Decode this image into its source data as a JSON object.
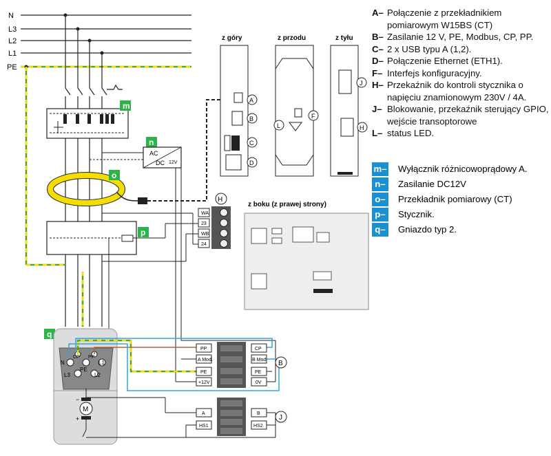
{
  "lines": {
    "n": "N",
    "l3": "L3",
    "l2": "L2",
    "l1": "L1",
    "pe": "PE"
  },
  "views": {
    "top": "z góry",
    "front": "z przodu",
    "back": "z tyłu",
    "side": "z boku (z prawej strony)"
  },
  "callouts": {
    "a": "A",
    "b": "B",
    "c": "C",
    "d": "D",
    "f": "F",
    "h": "H",
    "j": "J",
    "l": "L"
  },
  "tags": {
    "m": "m",
    "n": "n",
    "o": "o",
    "p": "p",
    "q": "q"
  },
  "psu": {
    "ac": "AC",
    "dc": "DC",
    "v12": "12V"
  },
  "h_terminals": [
    "WA",
    "23",
    "WB",
    "24"
  ],
  "b_left": [
    "PP",
    "A Mod.",
    "PE",
    "+12V"
  ],
  "b_right": [
    "CP",
    "B Mod.",
    "PE",
    "0V"
  ],
  "j_left": [
    "A",
    "HS1"
  ],
  "j_right": [
    "B",
    "HS2"
  ],
  "socket": {
    "cp": "CP",
    "pp": "PP",
    "n": "N",
    "pe": "PE",
    "l1": "L1",
    "l2": "L2",
    "l3": "L3"
  },
  "motor": {
    "m": "M",
    "minus": "−",
    "plus": "+"
  },
  "legend_main": [
    {
      "key": "A–",
      "text": "Połączenie z przekładnikiem pomiarowym W15BS (CT)"
    },
    {
      "key": "B–",
      "text": "Zasilanie 12 V, PE, Modbus, CP, PP."
    },
    {
      "key": "C–",
      "text": "2 x USB typu A (1,2)."
    },
    {
      "key": "D–",
      "text": "Połączenie Ethernet (ETH1)."
    },
    {
      "key": "F–",
      "text": "Interfejs konfiguracyjny."
    },
    {
      "key": "H–",
      "text": "Przekaźnik do kontroli stycznika o napięciu znamionowym 230V / 4A."
    },
    {
      "key": "J–",
      "text": "Blokowanie, przekaźnik sterujący GPIO, wejście transoptorowe"
    },
    {
      "key": "L–",
      "text": "status LED."
    }
  ],
  "legend_components": [
    {
      "key": "m–",
      "text": "Wyłącznik różnicowoprądowy A."
    },
    {
      "key": "n–",
      "text": "Zasilanie DC12V"
    },
    {
      "key": "o–",
      "text": "Przekładnik pomiarowy (CT)"
    },
    {
      "key": "p–",
      "text": "Stycznik."
    },
    {
      "key": "q–",
      "text": "Gniazdo typ 2."
    }
  ],
  "colors": {
    "tag_green": "#2db34a",
    "legend_blue": "#1a90cf",
    "ct_yellow": "#f5dd00",
    "wire_blue": "#2aa7e0",
    "wire_brown": "#b0643c",
    "pe_green": "#5aa02c"
  }
}
